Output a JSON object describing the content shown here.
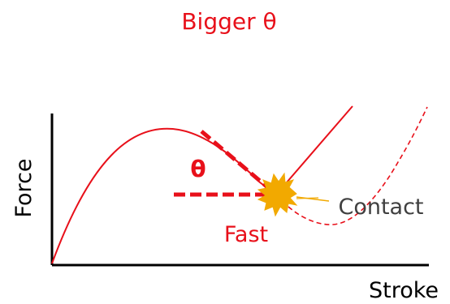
{
  "title": "Bigger θ",
  "axes": {
    "y_label": "Force",
    "x_label": "Stroke"
  },
  "annotations": {
    "angle_label": "θ",
    "speed_label": "Fast",
    "contact_label": "Contact"
  },
  "colors": {
    "accent": "#e8101a",
    "axis": "#000000",
    "contact_star": "#f2a900",
    "contact_text": "#404040"
  }
}
